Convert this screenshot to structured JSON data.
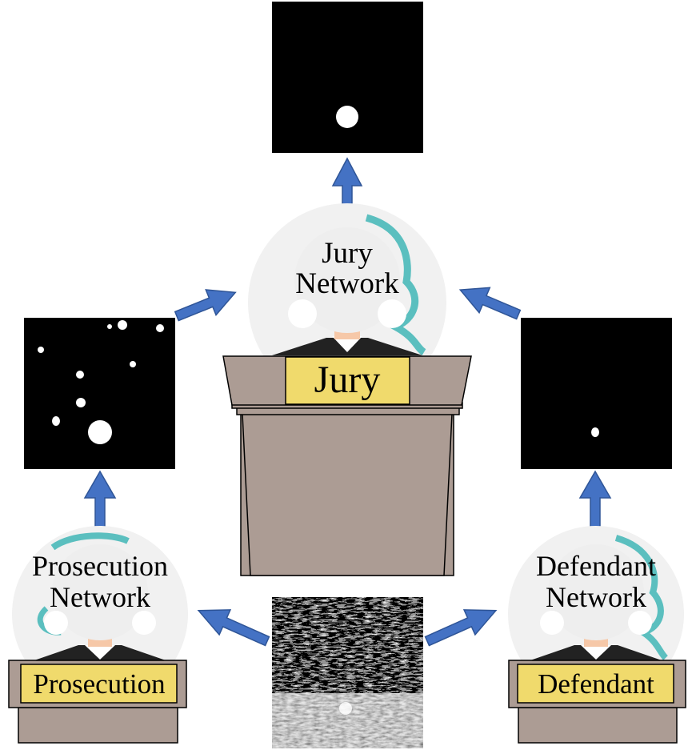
{
  "jury": {
    "network_line1": "Jury",
    "network_line2": "Network",
    "podium_label": "Jury"
  },
  "prosecution": {
    "network_line1": "Prosecution",
    "network_line2": "Network",
    "podium_label": "Prosecution"
  },
  "defendant": {
    "network_line1": "Defendant",
    "network_line2": "Network",
    "podium_label": "Defendant"
  },
  "colors": {
    "arrow": "#4472c4",
    "podium": "#ac9c94",
    "label_box": "#f0da6c",
    "head_circle": "#f1f1f1",
    "hair_accent": "#5bbfbf",
    "output_background": "#000000",
    "output_spot": "#ffffff"
  },
  "icons": [
    "jury-avatar-icon",
    "prosecution-avatar-icon",
    "defendant-avatar-icon",
    "input-texture-image",
    "output-mask-image"
  ]
}
